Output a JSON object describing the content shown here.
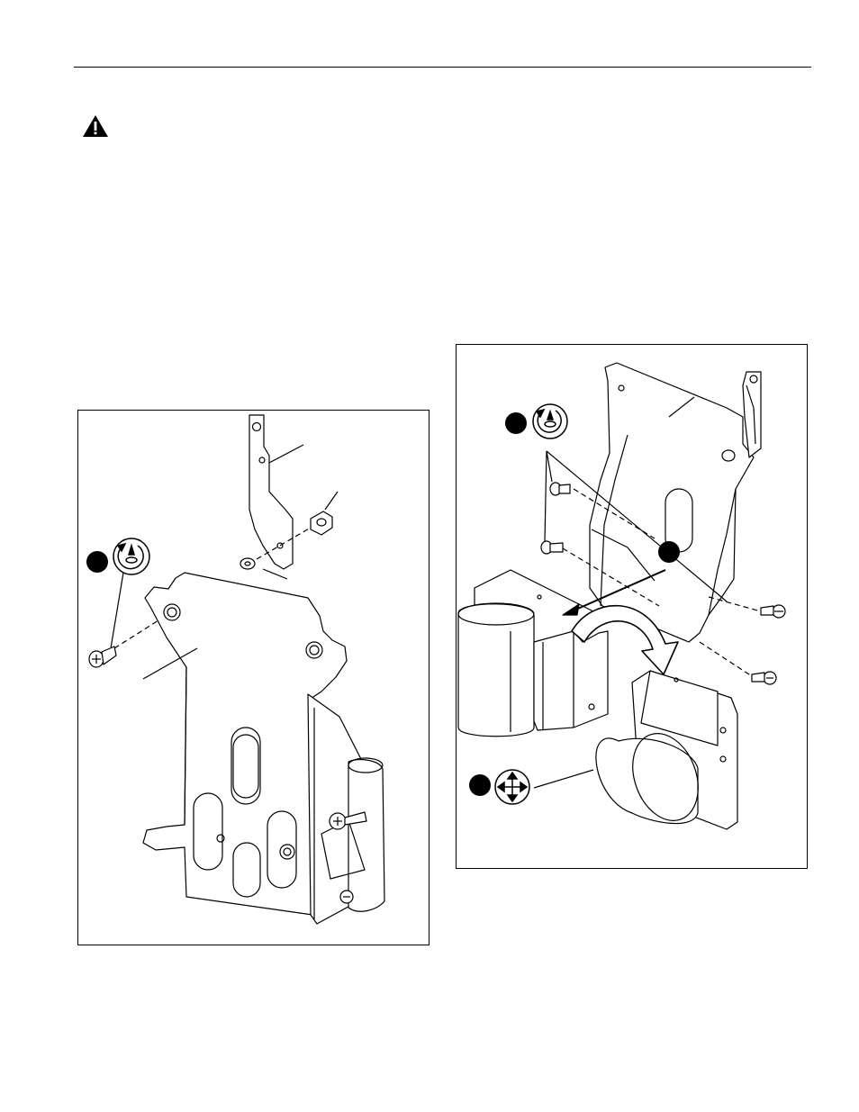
{
  "page": {
    "header_rule": true,
    "warning_icon": "warning-triangle-icon"
  },
  "figures": [
    {
      "id": "left",
      "callouts": [
        {
          "name": "callout-1",
          "label": "",
          "icon": "tighten-screw-icon"
        }
      ],
      "parts": [
        "slide-bracket",
        "nut",
        "washer",
        "screw",
        "interface-plate",
        "pole-clamp"
      ]
    },
    {
      "id": "right",
      "callouts": [
        {
          "name": "callout-1",
          "label": "",
          "icon": "tighten-screw-icon"
        },
        {
          "name": "callout-2",
          "label": ""
        },
        {
          "name": "callout-3",
          "label": "",
          "icon": "adjust-move-icon"
        }
      ],
      "parts": [
        "interface-plate",
        "screws",
        "pole-clamp-open",
        "pole-clamp-rotated",
        "rotation-arrow"
      ]
    }
  ],
  "colors": {
    "line": "#000000",
    "background": "#ffffff",
    "callout_fill": "#000000"
  }
}
